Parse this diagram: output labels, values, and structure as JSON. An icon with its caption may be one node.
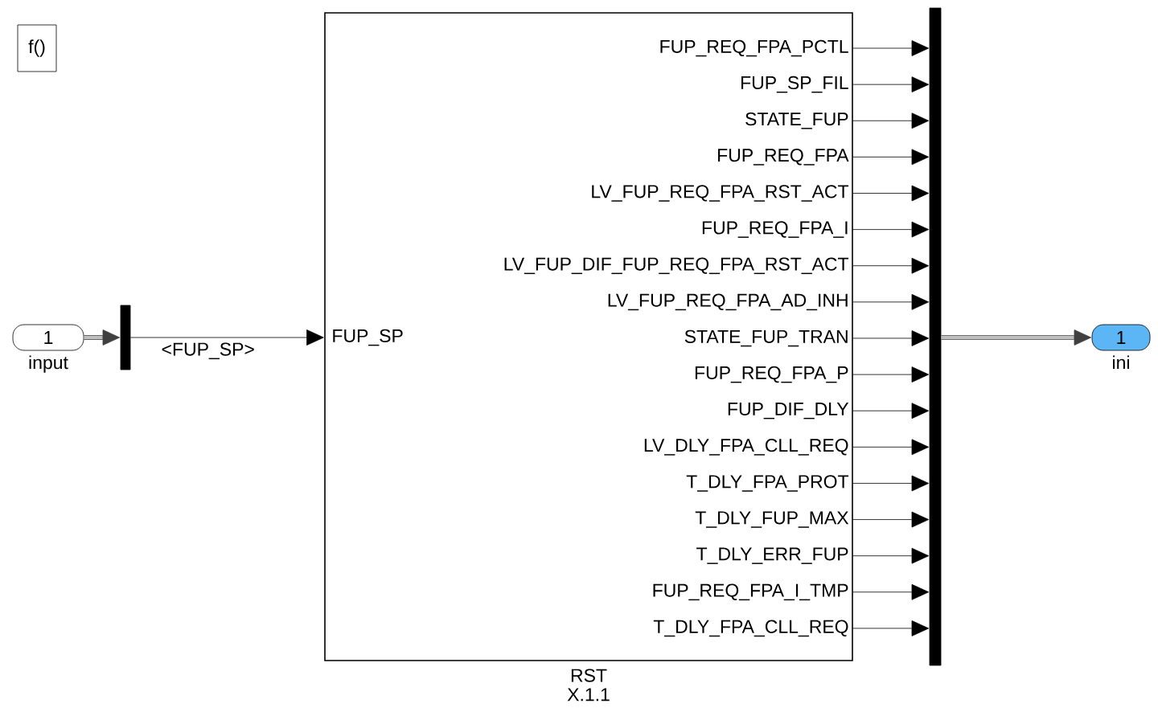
{
  "diagram": {
    "nodes": [
      {
        "text": [
          "f()"
        ]
      },
      {
        "text": [
          "1"
        ],
        "beside": [
          "input"
        ]
      },
      {
        "text": [],
        "shape": "bar"
      },
      {
        "text": [
          "FUP_SP",
          "FUP_REQ_FPA_PCTL",
          "FUP_SP_FIL",
          "STATE_FUP",
          "FUP_REQ_FPA",
          "LV_FUP_REQ_FPA_RST_ACT",
          "FUP_REQ_FPA_I",
          "LV_FUP_DIF_FUP_REQ_FPA_RST_ACT",
          "LV_FUP_REQ_FPA_AD_INH",
          "STATE_FUP_TRAN",
          "FUP_REQ_FPA_P",
          "FUP_DIF_DLY",
          "LV_DLY_FPA_CLL_REQ",
          "T_DLY_FPA_PROT",
          "T_DLY_FUP_MAX",
          "T_DLY_ERR_FUP",
          "FUP_REQ_FPA_I_TMP",
          "T_DLY_FPA_CLL_REQ"
        ],
        "beside": [
          "RST",
          "X.1.1"
        ]
      },
      {
        "text": [],
        "shape": "bar"
      },
      {
        "text": [
          "1"
        ],
        "beside": [
          "ini"
        ]
      }
    ],
    "edges": [
      {
        "from": 1,
        "to": 2,
        "arrow": "to",
        "style": "thick"
      },
      {
        "from": 2,
        "to": 3,
        "arrow": "to",
        "label": "<FUP_SP>"
      },
      {
        "from": 3,
        "to": 4,
        "arrow": "to"
      },
      {
        "from": 3,
        "to": 4,
        "arrow": "to"
      },
      {
        "from": 3,
        "to": 4,
        "arrow": "to"
      },
      {
        "from": 3,
        "to": 4,
        "arrow": "to"
      },
      {
        "from": 3,
        "to": 4,
        "arrow": "to"
      },
      {
        "from": 3,
        "to": 4,
        "arrow": "to"
      },
      {
        "from": 3,
        "to": 4,
        "arrow": "to"
      },
      {
        "from": 3,
        "to": 4,
        "arrow": "to"
      },
      {
        "from": 3,
        "to": 4,
        "arrow": "to"
      },
      {
        "from": 3,
        "to": 4,
        "arrow": "to"
      },
      {
        "from": 3,
        "to": 4,
        "arrow": "to"
      },
      {
        "from": 3,
        "to": 4,
        "arrow": "to"
      },
      {
        "from": 3,
        "to": 4,
        "arrow": "to"
      },
      {
        "from": 3,
        "to": 4,
        "arrow": "to"
      },
      {
        "from": 3,
        "to": 4,
        "arrow": "to"
      },
      {
        "from": 3,
        "to": 4,
        "arrow": "to"
      },
      {
        "from": 3,
        "to": 4,
        "arrow": "to"
      },
      {
        "from": 4,
        "to": 5,
        "arrow": "to",
        "style": "thick"
      }
    ]
  }
}
